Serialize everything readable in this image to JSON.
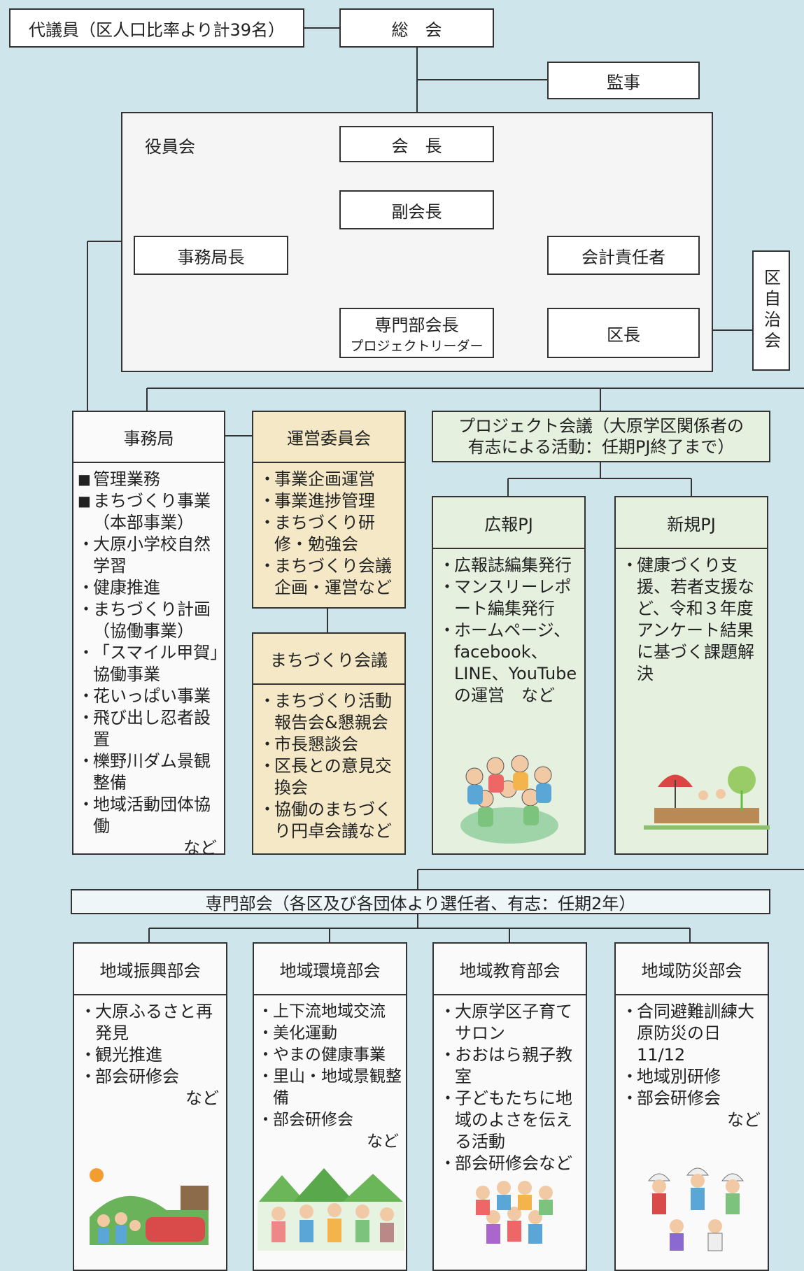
{
  "delegates": "代議員（区人口比率より計39名）",
  "general_assembly": "総　会",
  "auditor": "監事",
  "board": {
    "label": "役員会",
    "president": "会　長",
    "vice_president": "副会長",
    "secretary_general": "事務局長",
    "treasurer": "会計責任者",
    "committee_chair": "専門部会長",
    "committee_chair_sub": "プロジェクトリーダー",
    "district_head": "区長"
  },
  "district_council": "区自治会",
  "secretariat": {
    "title": "事務局",
    "items": [
      {
        "m": "sq",
        "t": "管理業務"
      },
      {
        "m": "sq",
        "t": "まちづくり事業（本部事業）"
      },
      {
        "m": "dot",
        "t": "大原小学校自然学習"
      },
      {
        "m": "dot",
        "t": "健康推進"
      },
      {
        "m": "dot",
        "t": "まちづくり計画（協働事業）"
      },
      {
        "m": "dot",
        "t": "「スマイル甲賀」協働事業"
      },
      {
        "m": "dot",
        "t": "花いっぱい事業"
      },
      {
        "m": "dot",
        "t": "飛び出し忍者設置"
      },
      {
        "m": "dot",
        "t": "櫟野川ダム景観整備"
      },
      {
        "m": "dot",
        "t": "地域活動団体協働"
      }
    ],
    "etc": "など"
  },
  "steering": {
    "title": "運営委員会",
    "items": [
      "事業企画運営",
      "事業進捗管理",
      "まちづくり研修・勉強会",
      "まちづくり会議企画・運営など"
    ]
  },
  "town_meeting": {
    "title": "まちづくり会議",
    "items": [
      "まちづくり活動報告会&懇親会",
      "市長懇談会",
      "区長との意見交換会",
      "協働のまちづくり円卓会議など"
    ]
  },
  "project_meeting": {
    "line1": "プロジェクト会議（大原学区関係者の",
    "line2": "有志による活動：任期PJ終了まで）"
  },
  "pr_pj": {
    "title": "広報PJ",
    "items": [
      "広報誌編集発行",
      "マンスリーレポート編集発行",
      "ホームページ、facebook、LINE、YouTube の運営　など"
    ]
  },
  "new_pj": {
    "title": "新規PJ",
    "items": [
      "健康づくり支援、若者支援など、令和３年度アンケート結果に基づく課題解決"
    ]
  },
  "committees_header": "専門部会（各区及び各団体より選任者、有志：任期2年）",
  "committees": [
    {
      "title": "地域振興部会",
      "items": [
        "大原ふるさと再発見",
        "観光推進",
        "部会研修会"
      ],
      "etc": "など"
    },
    {
      "title": "地域環境部会",
      "items": [
        "上下流地域交流",
        "美化運動",
        "やまの健康事業",
        "里山・地域景観整備",
        "部会研修会"
      ],
      "etc": "など"
    },
    {
      "title": "地域教育部会",
      "items": [
        "大原学区子育てサロン",
        "おおはら親子教室",
        "子どもたちに地域のよさを伝える活動",
        "部会研修会など"
      ],
      "etc": ""
    },
    {
      "title": "地域防災部会",
      "items": [
        "合同避難訓練大原防災の日 11/12",
        "地域別研修",
        "部会研修会"
      ],
      "etc": "など"
    }
  ],
  "icons": [
    "people-group-illustration",
    "market-illustration",
    "family-car-illustration",
    "nature-group-illustration",
    "children-group-illustration",
    "disaster-drill-illustration"
  ]
}
